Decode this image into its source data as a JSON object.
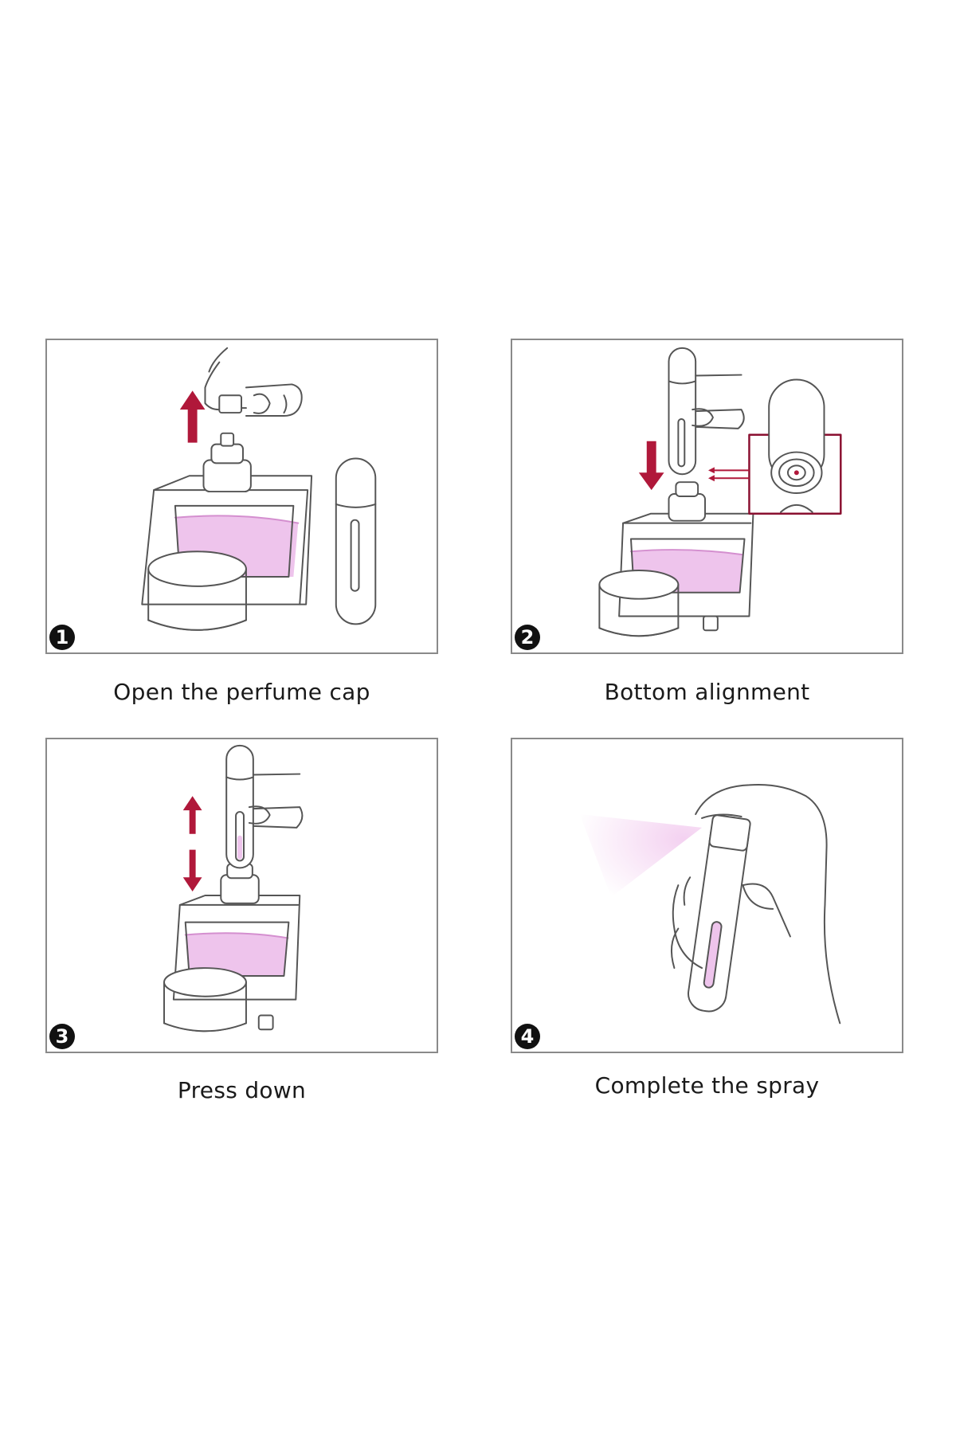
{
  "steps": [
    {
      "number": "1",
      "caption": "Open the perfume cap"
    },
    {
      "number": "2",
      "caption": "Bottom alignment"
    },
    {
      "number": "3",
      "caption": "Press down"
    },
    {
      "number": "4",
      "caption": "Complete the spray"
    }
  ],
  "colors": {
    "arrow": "#b0183a",
    "liquid": "#eec4ec",
    "line": "#555555"
  }
}
